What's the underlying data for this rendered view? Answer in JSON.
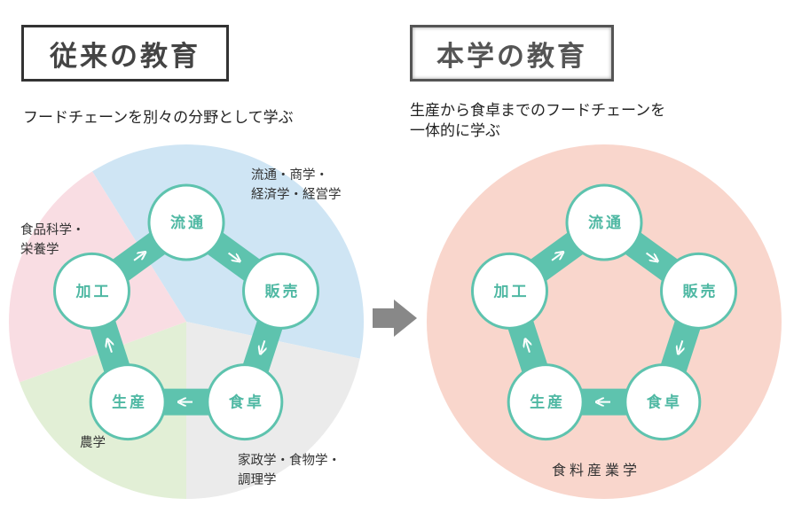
{
  "left": {
    "title": "従来の教育",
    "subtitle": "フードチェーンを別々の分野として学ぶ",
    "nodes": [
      "流通",
      "販売",
      "食卓",
      "生産",
      "加工"
    ],
    "segments": {
      "distribution": "流通・商学・\n経済学・経営学",
      "food_science": "食品科学・\n栄養学",
      "agriculture": "農学",
      "home_econ": "家政学・食物学・\n調理学"
    },
    "colors": {
      "blue": "#cfe5f4",
      "pink": "#f9dde3",
      "green": "#e2efd6",
      "gray": "#ebebeb"
    }
  },
  "right": {
    "title": "本学の教育",
    "subtitle_line1": "生産から食卓までのフードチェーンを",
    "subtitle_line2": "一体的に学ぶ",
    "nodes": [
      "流通",
      "販売",
      "食卓",
      "生産",
      "加工"
    ],
    "circle_label": "食料産業学",
    "colors": {
      "circle": "#f9d6cc"
    }
  },
  "colors": {
    "ring": "#5ec3ae",
    "arrow": "#888888",
    "node_text": "#4fb8a3"
  }
}
